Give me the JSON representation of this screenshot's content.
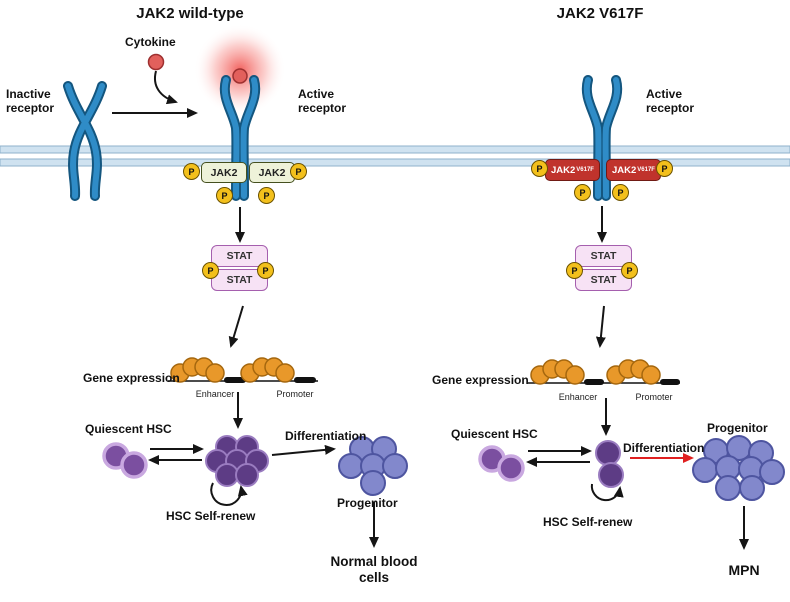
{
  "titles": {
    "left": "JAK2 wild-type",
    "right": "JAK2 V617F"
  },
  "phospho_label": "P",
  "left": {
    "cytokine": "Cytokine",
    "inactive_receptor": "Inactive\nreceptor",
    "active_receptor": "Active\nreceptor",
    "jak_box_left": "JAK2",
    "jak_box_right": "JAK2",
    "stat_top": "STAT",
    "stat_bottom": "STAT",
    "gene_expression": "Gene expression",
    "enhancer": "Enhancer",
    "promoter": "Promoter",
    "quiescent_hsc": "Quiescent HSC",
    "differentiation": "Differentiation",
    "hsc_self_renew": "HSC Self-renew",
    "progenitor": "Progenitor",
    "outcome": "Normal blood\ncells"
  },
  "right": {
    "active_receptor": "Active\nreceptor",
    "jak_name": "JAK2",
    "jak_variant": "V617F",
    "stat_top": "STAT",
    "stat_bottom": "STAT",
    "gene_expression": "Gene expression",
    "enhancer": "Enhancer",
    "promoter": "Promoter",
    "quiescent_hsc": "Quiescent HSC",
    "differentiation": "Differentiation",
    "hsc_self_renew": "HSC Self-renew",
    "progenitor": "Progenitor",
    "outcome": "MPN"
  },
  "colors": {
    "membrane": "#cfe2f0",
    "receptor": "#2f8cc7",
    "receptor_outline": "#14567f",
    "cytokine": "#e2605c",
    "jak_wt_fill": "#eef2d9",
    "jak_mut_fill": "#c0332c",
    "phospho": "#f3c01c",
    "stat_fill": "#f7e2f5",
    "stat_border": "#a55fae",
    "nucleosome": "#e8982a",
    "hsc_quiescent": "#7b4fa0",
    "hsc": "#5d3c85",
    "progenitor": "#8288cc",
    "diff_arrow_red": "#e02020"
  }
}
